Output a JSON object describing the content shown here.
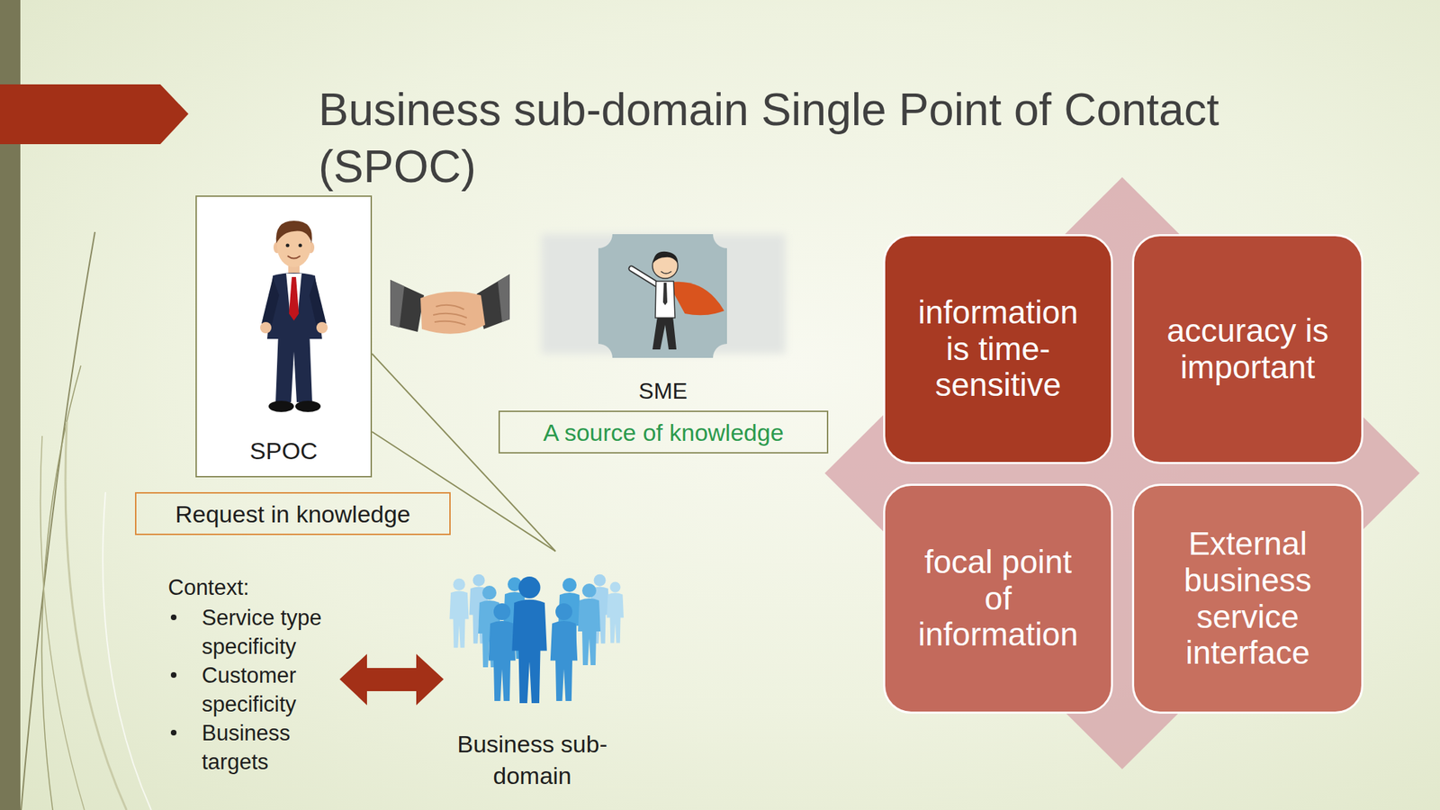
{
  "diagram": {
    "title": "Business sub-domain Single Point of Contact (SPOC)",
    "nodes": [
      {
        "text": [
          "SPOC"
        ]
      },
      {
        "text": [
          "A source of knowledge"
        ]
      },
      {
        "text": [
          "Request in knowledge"
        ]
      },
      {
        "text": [
          "information is time-sensitive"
        ]
      },
      {
        "text": [
          "accuracy is important"
        ]
      },
      {
        "text": [
          "focal point of information"
        ]
      },
      {
        "text": [
          "External business service interface"
        ]
      }
    ],
    "labels": [
      "SME",
      "Context:",
      "Service type specificity",
      "Customer specificity",
      "Business targets",
      "Business sub-domain"
    ]
  }
}
